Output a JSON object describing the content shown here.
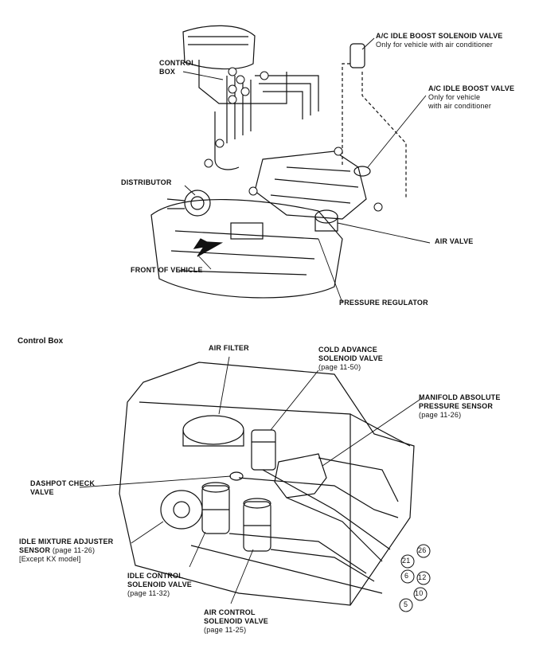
{
  "engine_view": {
    "labels": {
      "ac_idle_boost_solenoid_valve": "A/C IDLE BOOST SOLENOID VALVE",
      "ac_idle_boost_solenoid_valve_note": "Only for vehicle with air conditioner",
      "ac_idle_boost_valve": "A/C IDLE BOOST VALVE",
      "ac_idle_boost_valve_note_1": "Only for vehicle",
      "ac_idle_boost_valve_note_2": "with air conditioner",
      "control_box_1": "CONTROL",
      "control_box_2": "BOX",
      "distributor": "DISTRIBUTOR",
      "air_valve": "AIR VALVE",
      "front_of_vehicle": "FRONT OF VEHICLE",
      "pressure_regulator": "PRESSURE REGULATOR"
    }
  },
  "control_box_view": {
    "title": "Control Box",
    "labels": {
      "air_filter": "AIR FILTER",
      "cold_advance_1": "COLD ADVANCE",
      "cold_advance_2": "SOLENOID VALVE",
      "cold_advance_page": "(page 11-50)",
      "map_sensor_1": "MANIFOLD ABSOLUTE",
      "map_sensor_2": "PRESSURE SENSOR",
      "map_sensor_page": "(page 11-26)",
      "dashpot_1": "DASHPOT CHECK",
      "dashpot_2": "VALVE",
      "idle_mixture_1": "IDLE MIXTURE ADJUSTER",
      "idle_mixture_2": "SENSOR",
      "idle_mixture_page": "(page 11-26)",
      "idle_mixture_note": "[Except KX model]",
      "idle_control_1": "IDLE CONTROL",
      "idle_control_2": "SOLENOID VALVE",
      "idle_control_page": "(page 11-32)",
      "air_control_1": "AIR CONTROL",
      "air_control_2": "SOLENOID  VALVE",
      "air_control_page": "(page 11-25)"
    },
    "hose_numbers": [
      "26",
      "21",
      "12",
      "6",
      "10",
      "5"
    ]
  },
  "colors": {
    "line": "#111111",
    "background": "#ffffff"
  }
}
